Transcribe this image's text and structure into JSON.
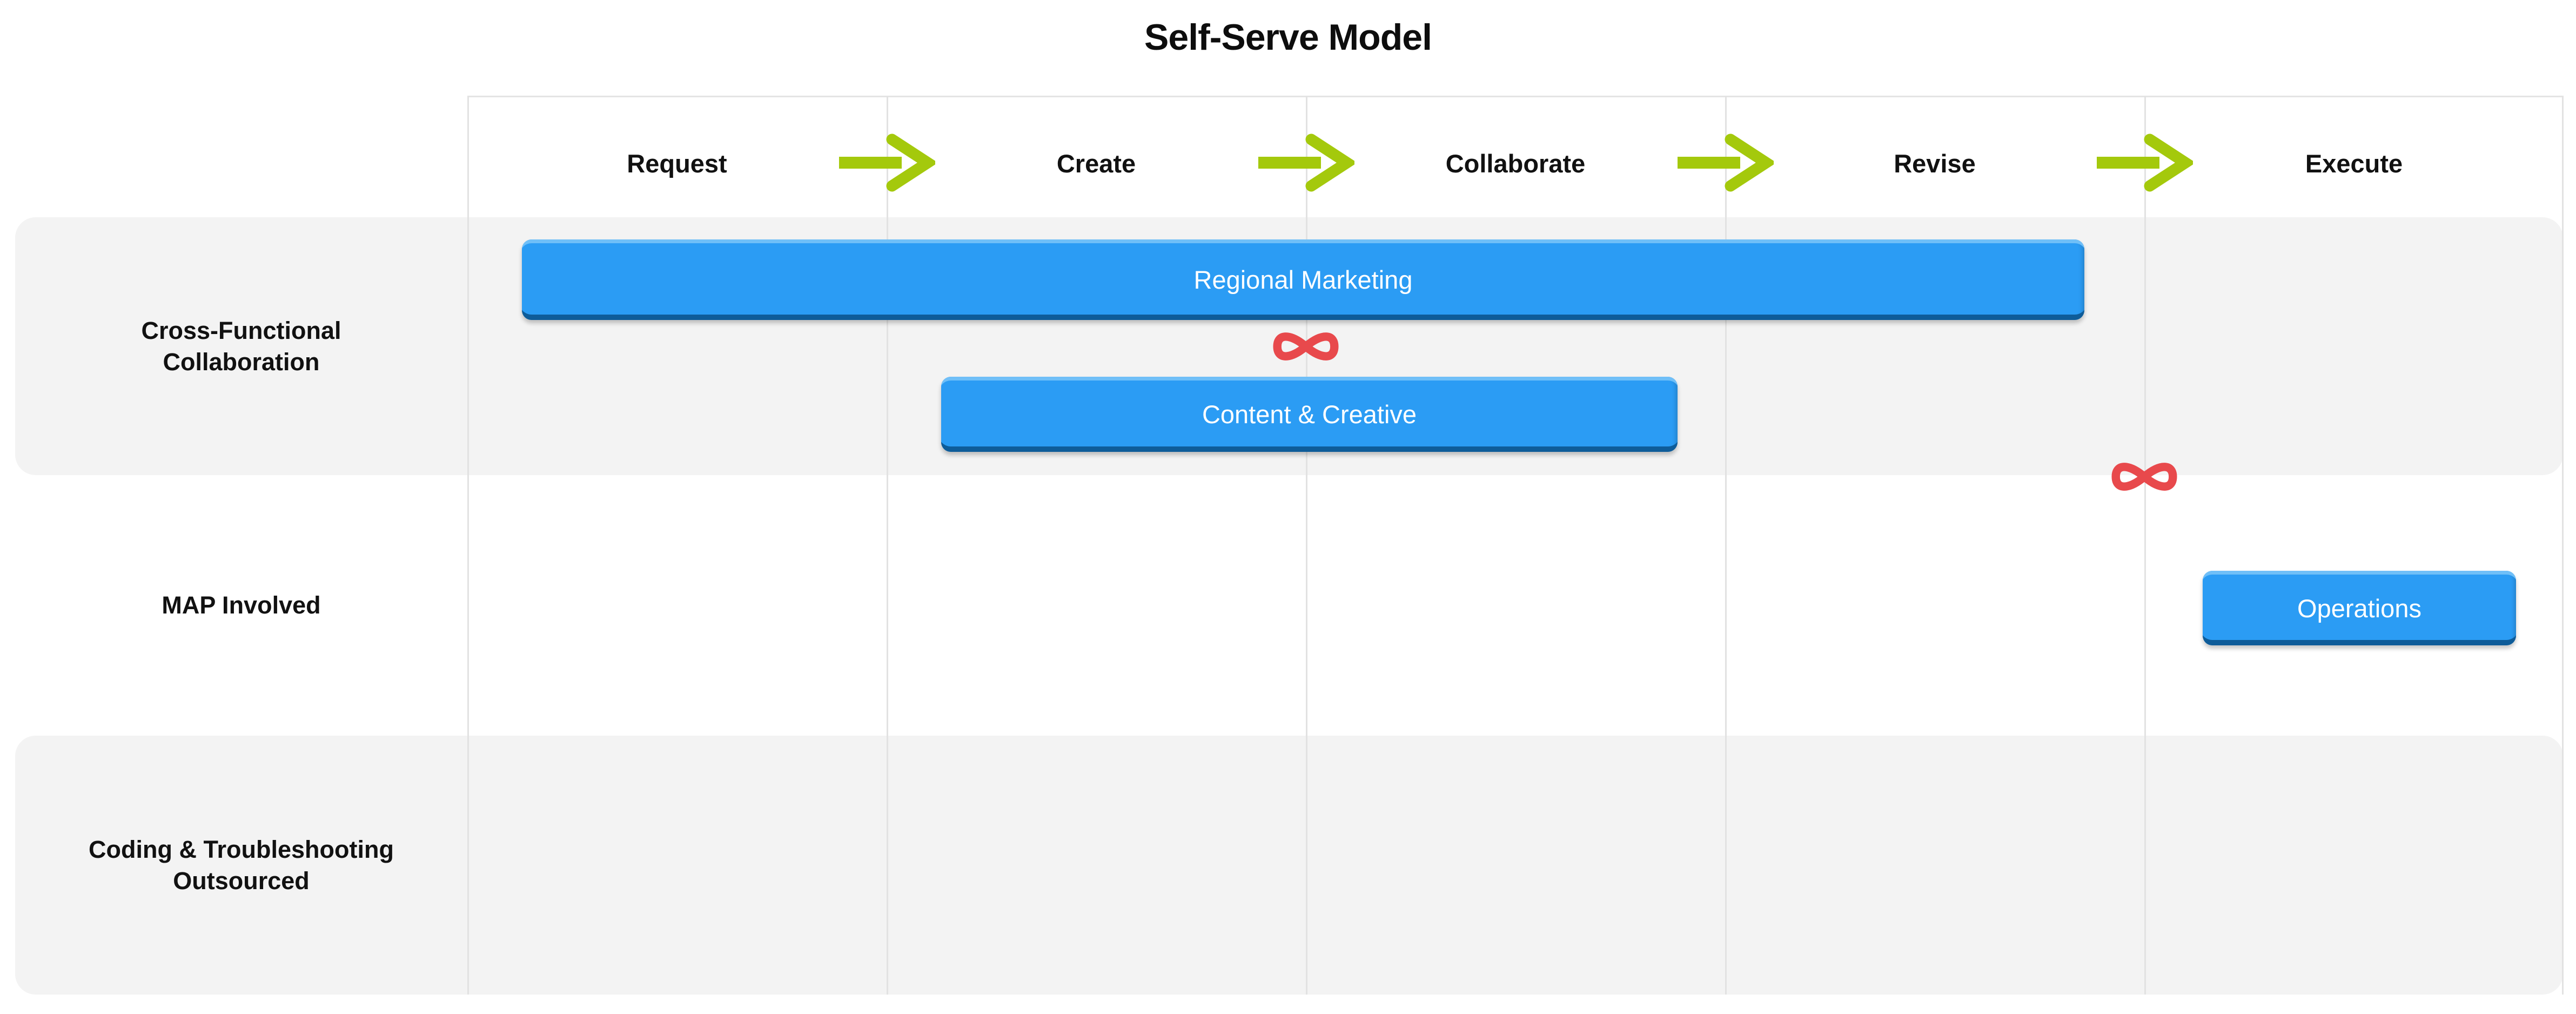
{
  "title": "Self-Serve Model",
  "stages": [
    "Request",
    "Create",
    "Collaborate",
    "Revise",
    "Execute"
  ],
  "rows": [
    {
      "label": "Cross-Functional Collaboration",
      "shaded": true
    },
    {
      "label": "MAP Involved",
      "shaded": false
    },
    {
      "label": "Coding & Troubleshooting Outsourced",
      "shaded": true
    }
  ],
  "bars": [
    {
      "label": "Regional Marketing",
      "row": "Cross-Functional Collaboration",
      "stage_span": "Request to Revise"
    },
    {
      "label": "Content & Creative",
      "row": "Cross-Functional Collaboration",
      "stage_span": "Create to Collaborate"
    },
    {
      "label": "Operations",
      "row": "MAP Involved",
      "stage_span": "Execute"
    }
  ],
  "icons": {
    "stage_connector": "arrow-right-icon",
    "loop_marker": "infinity-icon"
  },
  "colors": {
    "bar_fill": "#2b9cf4",
    "bar_bevel_light": "#6fbff8",
    "bar_bevel_dark": "#0e5c99",
    "arrow_green": "#a4c90c",
    "loop_red": "#e8494c",
    "lane_shade": "#f3f3f3",
    "grid_line": "#e2e2e2",
    "text_dark": "#111111",
    "bar_text": "#ffffff"
  }
}
